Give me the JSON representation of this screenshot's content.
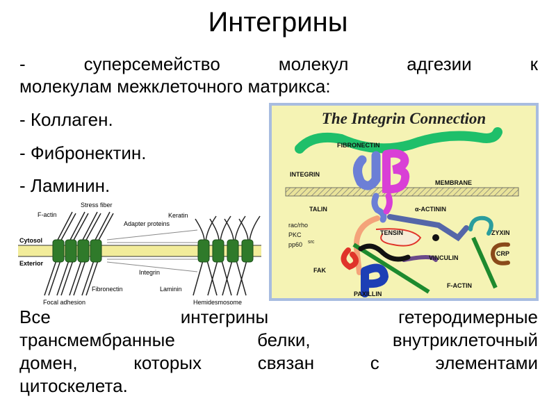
{
  "title": "Интегрины",
  "intro": {
    "line1": "- суперсемейство молекул адгезии к",
    "line2": "молекулам межклеточного матрикса:"
  },
  "bullets": [
    "- Коллаген.",
    "- Фибронектин.",
    "- Ламинин."
  ],
  "left_figure": {
    "labels": {
      "stress_fiber": "Stress fiber",
      "f_actin": "F-actin",
      "keratin": "Keratin",
      "adapter_proteins": "Adapter proteins",
      "cytosol": "Cytosol",
      "exterior": "Exterior",
      "integrin": "Integrin",
      "fibronectin": "Fibronectin",
      "laminin": "Laminin",
      "focal_adhesion": "Focal adhesion",
      "hemidesmosome": "Hemidesmosome"
    },
    "colors": {
      "membrane": "#f2ec9a",
      "integrin": "#2f7a2a"
    }
  },
  "right_figure": {
    "title": "The Integrin Connection",
    "labels": {
      "fibronectin": "FIBRONECTIN",
      "integrin": "INTEGRIN",
      "membrane": "MEMBRANE",
      "talin": "TALIN",
      "alpha_actinin": "α-ACTININ",
      "rac_rho": "rac/rho",
      "pkc": "PKC",
      "pp60": "pp60",
      "src": "src",
      "tensin": "TENSIN",
      "zyxin": "ZYXIN",
      "crp": "CRP",
      "vinculin": "VINCULIN",
      "fak": "FAK",
      "paxillin": "PAXILLIN",
      "f_actin": "F-ACTIN"
    },
    "colors": {
      "background": "#f5f3b4",
      "border": "#a8bce0",
      "fibronectin": "#1fbf6a",
      "alpha_subunit": "#6c7fd6",
      "beta_subunit": "#d93fd6",
      "f_actin": "#1e8a2e",
      "talin": "#f4a37a",
      "fak": "#e0342a",
      "paxillin": "#1d3fb5",
      "zyxin": "#2a9d9d",
      "crp": "#8a4a1a"
    }
  },
  "outro": {
    "line1": "Все интегрины гетеродимерные",
    "line2": "трансмембранные белки, внутриклеточный",
    "line3": "домен, которых связан с элементами",
    "line4": "цитоскелета."
  }
}
